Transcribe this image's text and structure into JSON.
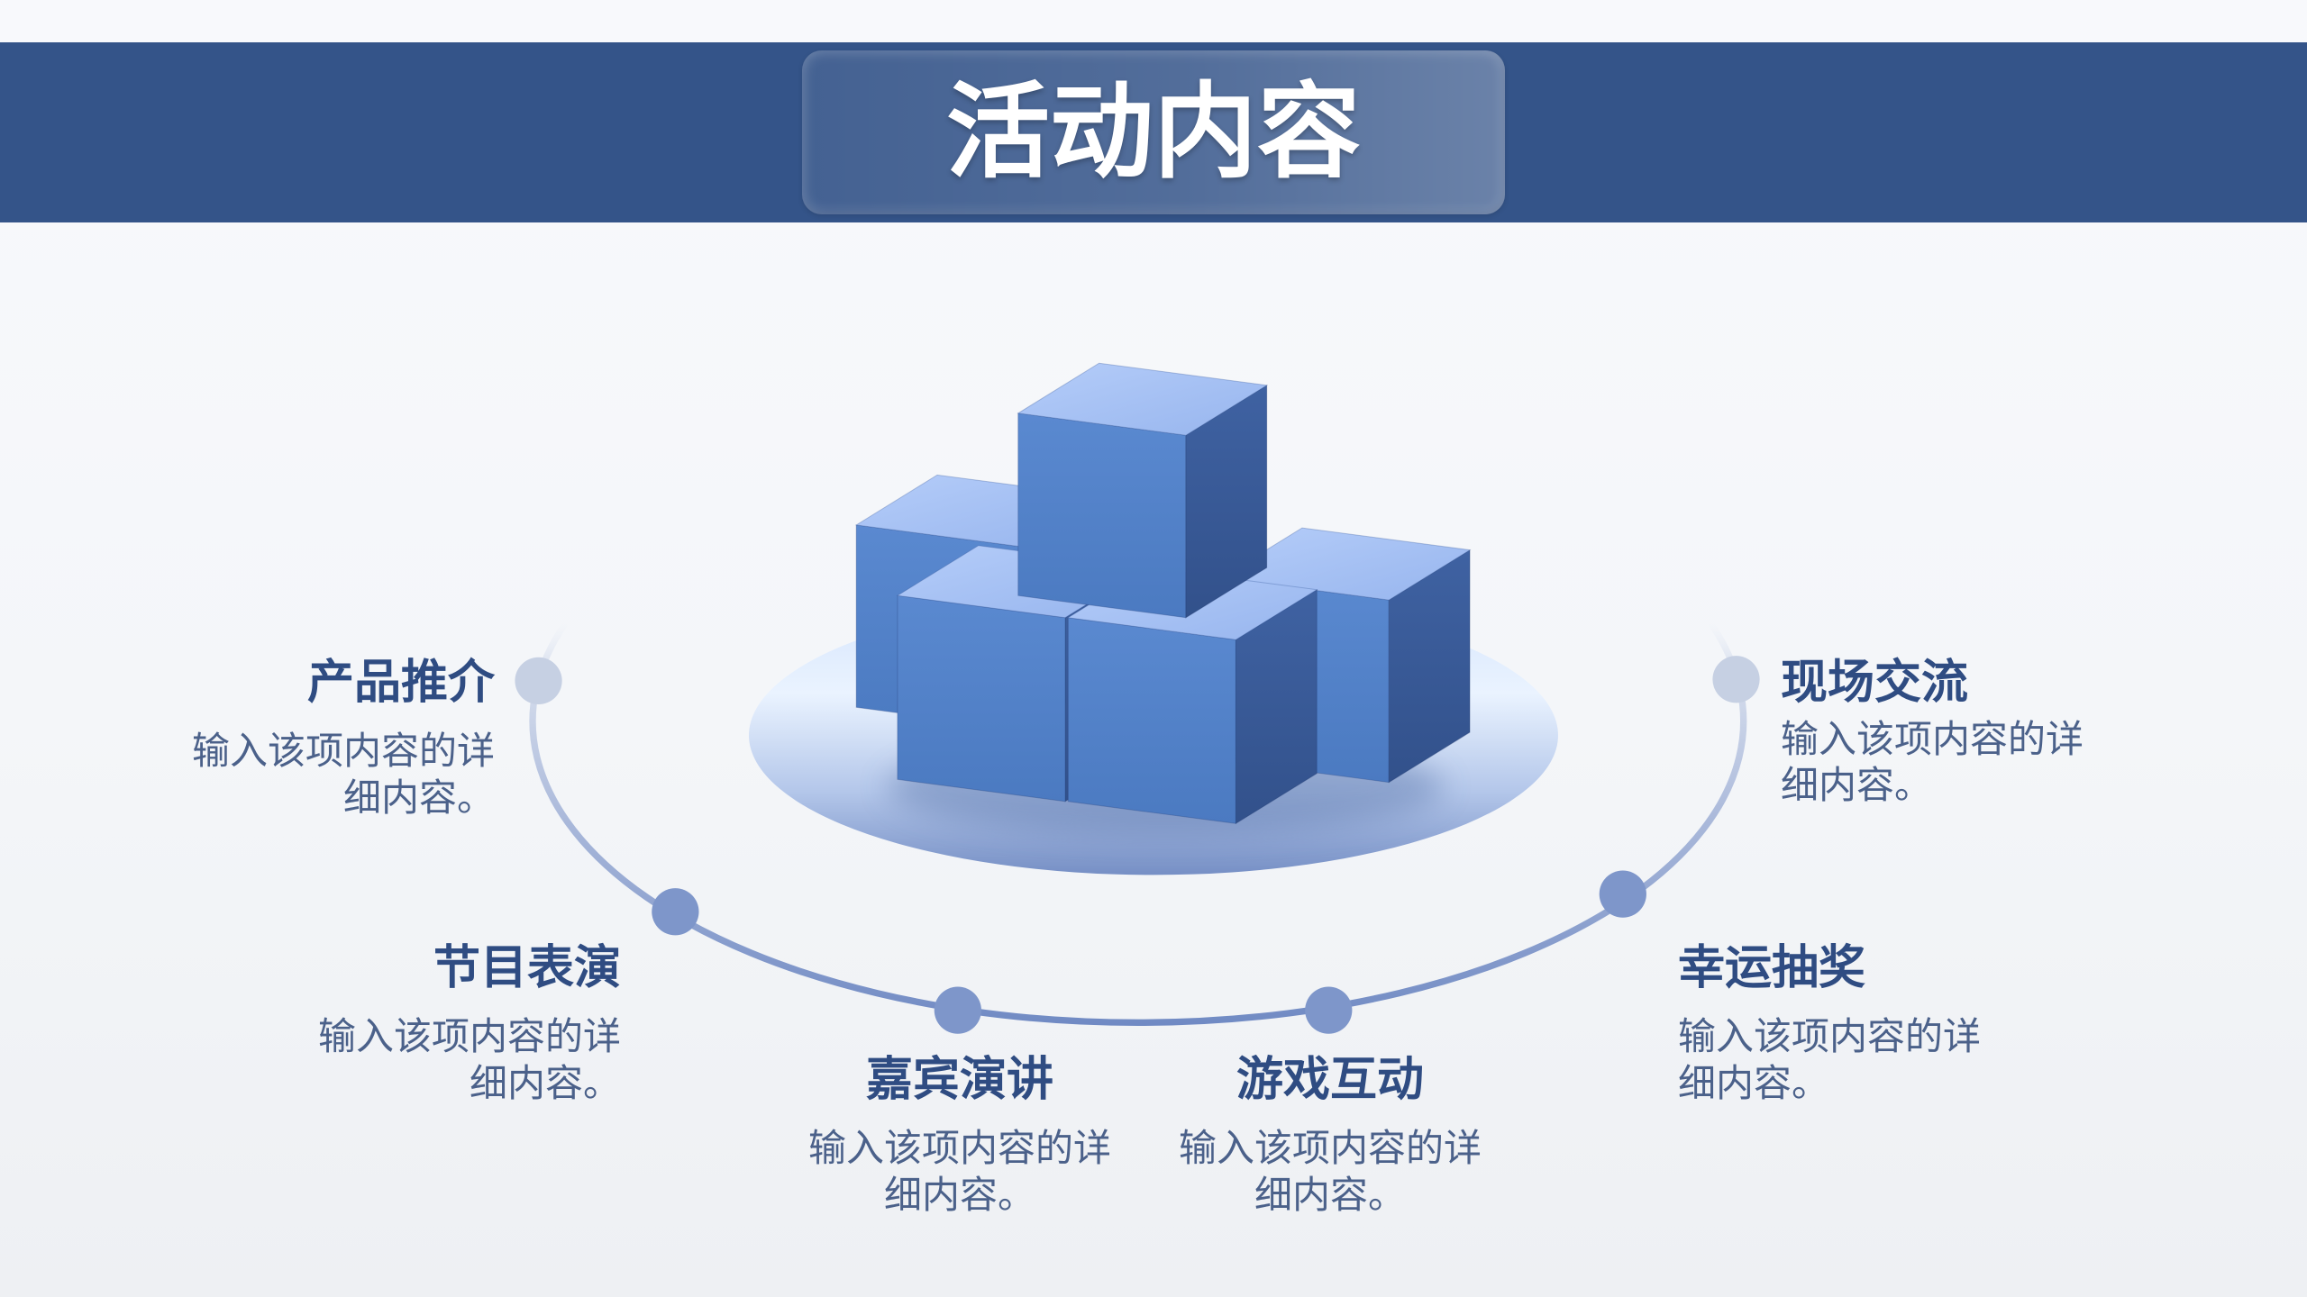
{
  "slide": {
    "title": "活动内容"
  },
  "items": [
    {
      "title": "产品推介",
      "desc_lines": [
        "输入该项内容的详",
        "细内容。"
      ]
    },
    {
      "title": "节目表演",
      "desc_lines": [
        "输入该项内容的详",
        "细内容。"
      ]
    },
    {
      "title": "嘉宾演讲",
      "desc_lines": [
        "输入该项内容的详",
        "细内容。"
      ]
    },
    {
      "title": "游戏互动",
      "desc_lines": [
        "输入该项内容的详",
        "细内容。"
      ]
    },
    {
      "title": "幸运抽奖",
      "desc_lines": [
        "输入该项内容的详",
        "细内容。"
      ]
    },
    {
      "title": "现场交流",
      "desc_lines": [
        "输入该项内容的详",
        "细内容。"
      ]
    }
  ],
  "colors": {
    "header": "#345489",
    "title_text": "#2f4c82",
    "desc_text": "#4b618a",
    "dot": "#7e96ca",
    "dot_light": "#c6d0e3",
    "cube_front": "#5585cb",
    "cube_top": "#a9c5f7",
    "cube_side": "#3a5c9c"
  }
}
